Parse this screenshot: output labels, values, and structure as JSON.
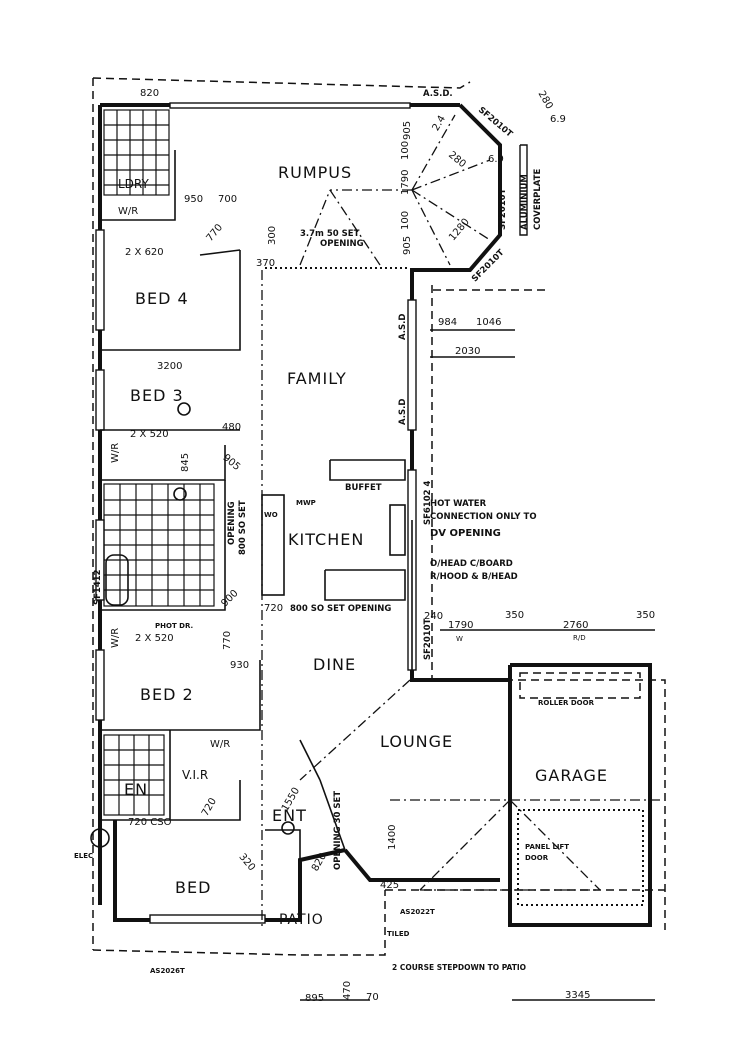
{
  "rooms": {
    "rumpus": "RUMPUS",
    "bed4": "BED 4",
    "bed3": "BED 3",
    "family": "FAMILY",
    "kitchen": "KITCHEN",
    "dine": "DINE",
    "bed2": "BED 2",
    "lounge": "LOUNGE",
    "garage": "GARAGE",
    "ent": "ENT",
    "bed": "BED",
    "patio": "PATIO",
    "vir": "V.I.R",
    "ens": "EN",
    "ldry": "LDRY",
    "wr_top": "W/R",
    "wr_bed3": "W/R",
    "wr_bed2": "W/R",
    "wr_ens": "W/R"
  },
  "dimensions": {
    "d820_top": "820",
    "d950": "950",
    "d700": "700",
    "d770_top": "770",
    "d2x620": "2 X 620",
    "d300": "300",
    "d370": "370",
    "d905a": "905",
    "d100a": "100",
    "d1790": "1790",
    "d100b": "100",
    "d905b": "905",
    "d24": "2.4",
    "d280a": "280",
    "d280b": "280",
    "d69a": "6.9",
    "d69b": "6.9",
    "d1280": "1280",
    "d984": "984",
    "d1046": "1046",
    "d2030": "2030",
    "d3200": "3200",
    "d2x520a": "2 X 520",
    "d845": "845",
    "d480": "480",
    "d905c": "905",
    "d720a": "720",
    "d900": "900",
    "d770b": "770",
    "d930": "930",
    "d2x520b": "2 X 520",
    "d240": "240",
    "d1790w": "1790",
    "w_label": "W",
    "d350a": "350",
    "d2760": "2760",
    "rd_label": "R/D",
    "d350b": "350",
    "d720cso": "720 CSO",
    "d720b": "720",
    "d1550": "1550",
    "d320": "320",
    "d820b": "820",
    "d1400": "1400",
    "d425": "425",
    "d895": "895",
    "d470": "470",
    "d70": "70",
    "d3345": "3345"
  },
  "notes": {
    "asd_top": "A.S.D.",
    "asd_right1": "A.S.D",
    "asd_right2": "A.S.D",
    "sf2010t_a": "SF2010T",
    "sf2010t_b": "SF2010T",
    "sf2010t_c": "SF2010T",
    "sf2010t_d": "SF2010T",
    "aluminium": "ALUMINIUM",
    "coverplate": "COVERPLATE",
    "rumpus_opening": "3.7m 50 SET",
    "opening": "OPENING",
    "buffet": "BUFFET",
    "mwp": "MWP",
    "wo": "WO",
    "hot_water1": "HOT WATER",
    "hot_water2": "CONNECTION ONLY TO",
    "dv_opening": "DV OPENING",
    "ohead1": "O/HEAD C/BOARD",
    "ohead2": "R/HOOD & B/HEAD",
    "sf6102": "SF6102 4",
    "opening_800": "800 SO SET OPENING",
    "opening_kitchen": "800 SO SET",
    "opening_kitchen2": "OPENING",
    "sf1412": "SF1412",
    "phot_dr": "PHOT DR.",
    "roller_door": "ROLLER DOOR",
    "panel_lift1": "PANEL LIFT",
    "panel_lift2": "DOOR",
    "ent_opening": "OPENING 30 SET",
    "as2022t": "AS2022T",
    "tiled": "TILED",
    "stepdown": "2 COURSE STEPDOWN TO PATIO",
    "as2026t": "AS2026T",
    "elec": "ELEC"
  }
}
